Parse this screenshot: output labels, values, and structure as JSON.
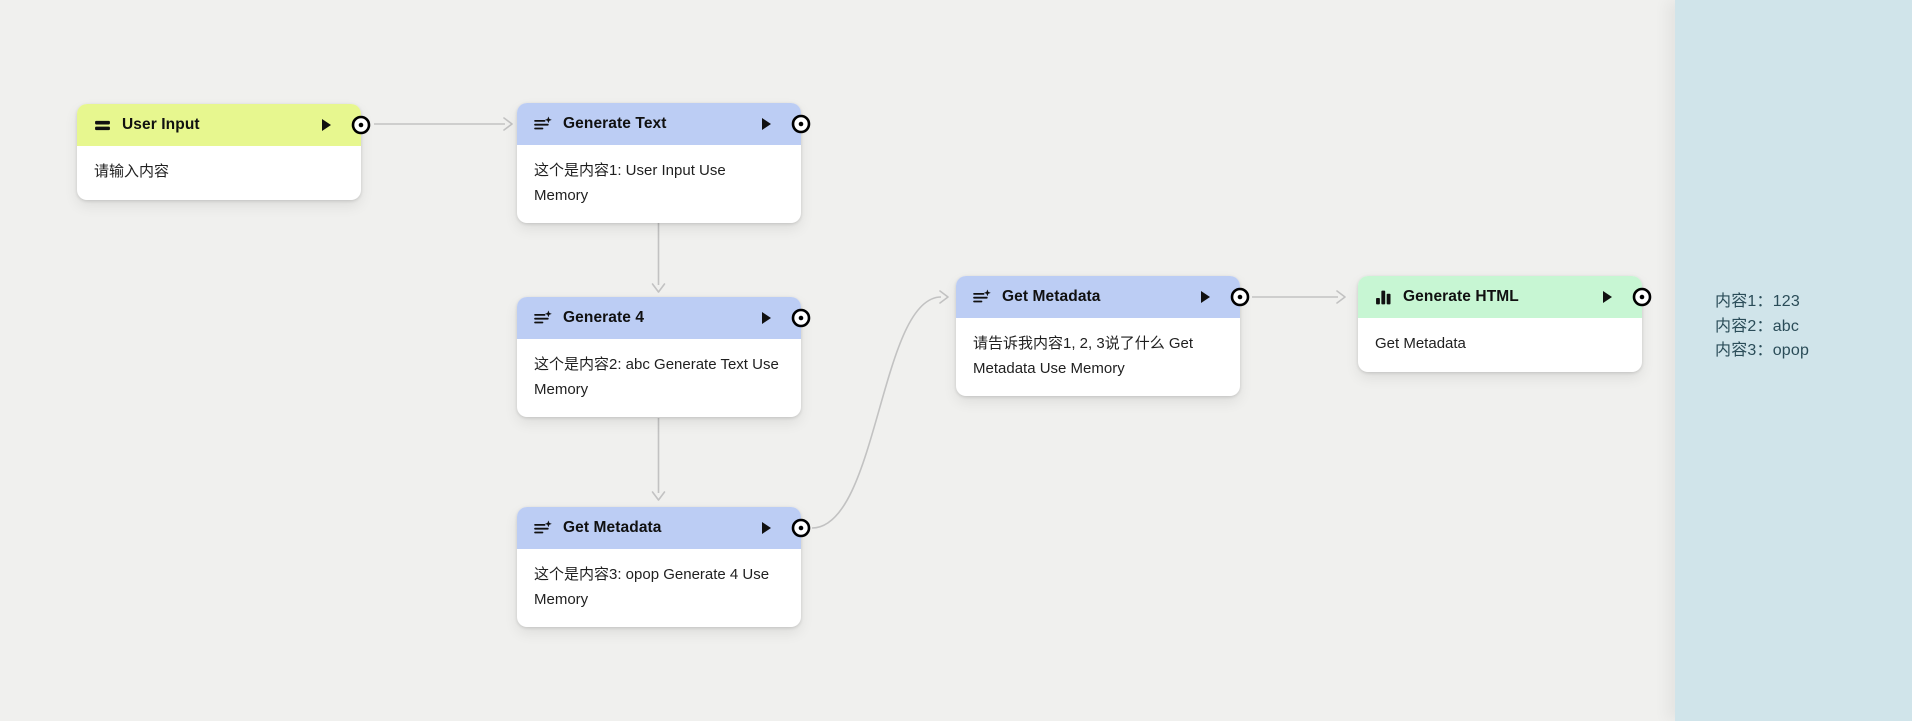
{
  "app": {
    "type": "workflow-canvas"
  },
  "colors": {
    "canvas_bg": "#f0f0ee",
    "edge": "#c2c2c2",
    "node_body_bg": "#ffffff",
    "header_yellow": "#e7f78f",
    "header_blue": "#bccdf4",
    "header_green": "#c7f6d3",
    "panel_bg": "#d0e4ea",
    "panel_text": "#2a4c58"
  },
  "nodes": [
    {
      "title": "User Input",
      "icon": "input-lines-icon",
      "header_color": "#e7f78f",
      "body": "请输入内容"
    },
    {
      "title": "Generate Text",
      "icon": "text-sparkle-icon",
      "header_color": "#bccdf4",
      "body": "这个是内容1: User Input Use Memory"
    },
    {
      "title": "Generate 4",
      "icon": "text-sparkle-icon",
      "header_color": "#bccdf4",
      "body": "这个是内容2: abc Generate Text Use Memory"
    },
    {
      "title": "Get Metadata",
      "icon": "text-sparkle-icon",
      "header_color": "#bccdf4",
      "body": "这个是内容3: opop Generate 4 Use Memory"
    },
    {
      "title": "Get Metadata",
      "icon": "text-sparkle-icon",
      "header_color": "#bccdf4",
      "body": "请告诉我内容1, 2, 3说了什么 Get Metadata Use Memory"
    },
    {
      "title": "Generate HTML",
      "icon": "bar-chart-icon",
      "header_color": "#c7f6d3",
      "body": "Get Metadata"
    }
  ],
  "edges": [
    {
      "from": "User Input",
      "to": "Generate Text"
    },
    {
      "from": "Generate Text",
      "to": "Generate 4"
    },
    {
      "from": "Generate 4",
      "to": "Get Metadata"
    },
    {
      "from": "Get Metadata",
      "to": "Get Metadata"
    },
    {
      "from": "Get Metadata",
      "to": "Generate HTML"
    }
  ],
  "side_panel": {
    "lines": [
      "内容1：123",
      "内容2：abc",
      "内容3：opop"
    ]
  }
}
